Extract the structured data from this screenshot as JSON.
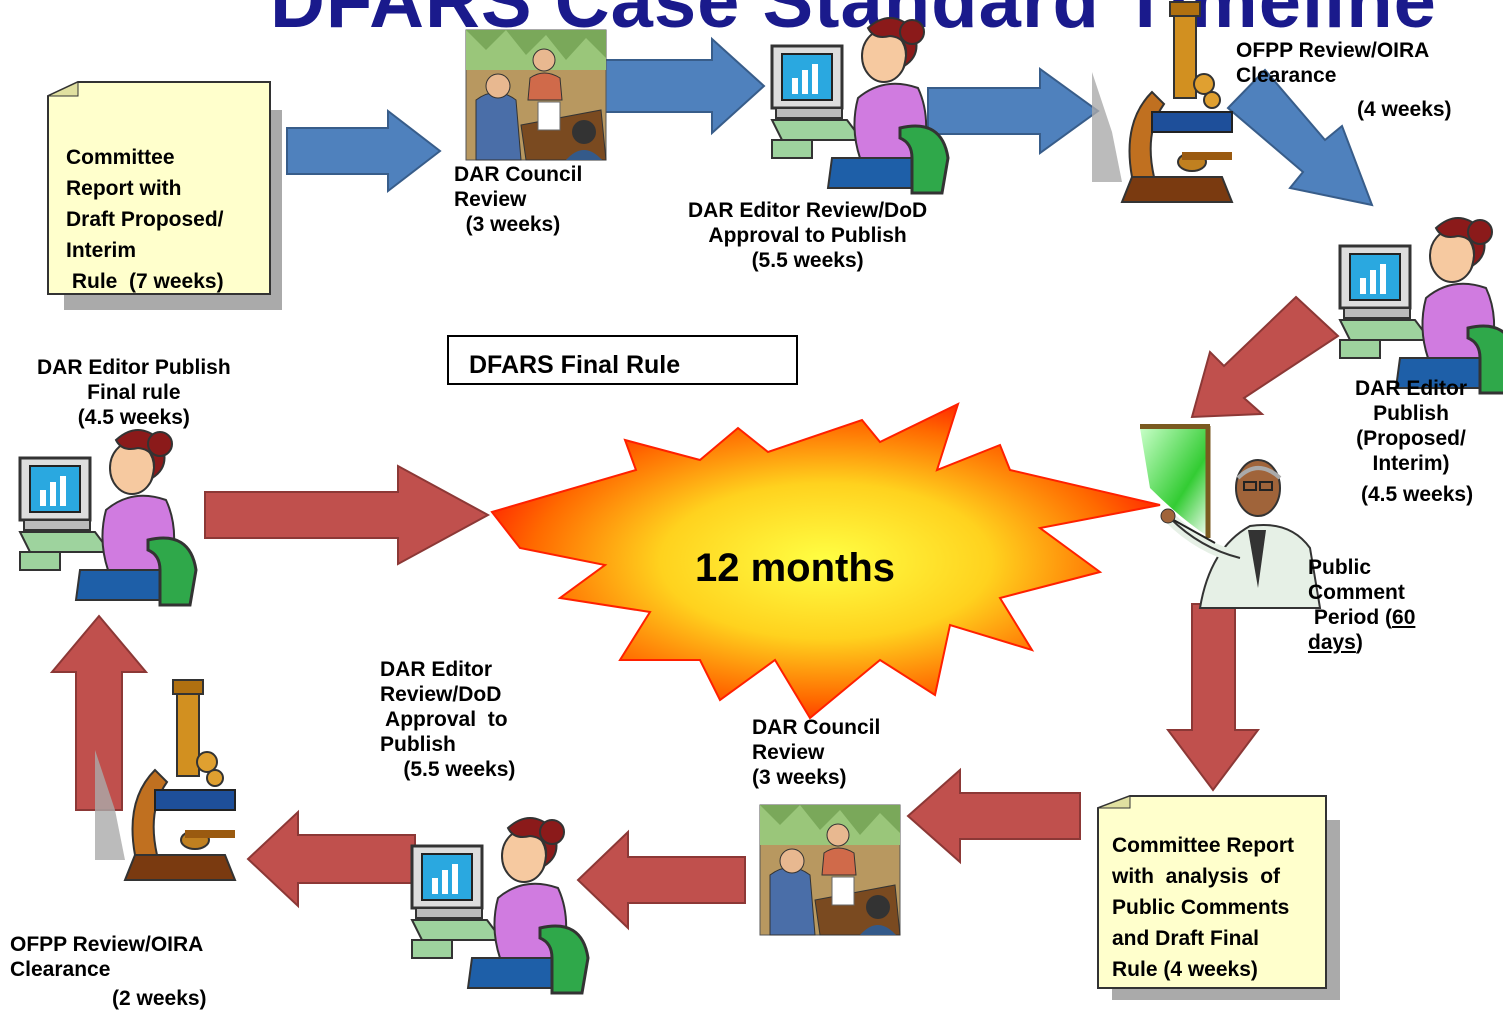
{
  "title": "DFARS Case Standard Timeline",
  "final_rule_label": "DFARS Final Rule",
  "center_label": "12 months",
  "colors": {
    "title": "#1a1a8c",
    "blue_arrow": "#4f81bd",
    "red_arrow": "#c0504d",
    "note_fill": "#ffffcc",
    "burst_outer": "#ff2a00",
    "burst_inner": "#ffff33"
  },
  "steps": {
    "committee_report_draft": "Committee\nReport with\nDraft Proposed/\nInterim\n Rule  (7 weeks)",
    "dar_council_review_1": "DAR Council\nReview\n  (3 weeks)",
    "dar_editor_review_1": "DAR Editor Review/DoD\nApproval to Publish\n(5.5 weeks)",
    "ofpp_review_1_title": "OFPP Review/OIRA\nClearance",
    "ofpp_review_1_duration": "(4 weeks)",
    "dar_editor_publish_proposed": "DAR Editor\nPublish\n(Proposed/\nInterim)",
    "dar_editor_publish_proposed_duration": "(4.5 weeks)",
    "public_comment_a": "Public\nComment\n Period (",
    "public_comment_b": "60\ndays",
    "public_comment_c": ")",
    "committee_report_final": "Committee Report\nwith  analysis  of\nPublic Comments\nand Draft Final\nRule (4 weeks)",
    "dar_council_review_2": "DAR Council\nReview\n(3 weeks)",
    "dar_editor_review_2": "DAR Editor\nReview/DoD\n Approval  to\nPublish\n    (5.5 weeks)",
    "ofpp_review_2_title": "OFPP Review/OIRA\nClearance",
    "ofpp_review_2_duration": "(2 weeks)",
    "dar_editor_publish_final": "DAR Editor Publish\nFinal rule\n(4.5 weeks)"
  },
  "icons": [
    "meeting-clipart-icon",
    "computer-user-clipart-icon",
    "microscope-clipart-icon",
    "presenter-clipart-icon"
  ]
}
